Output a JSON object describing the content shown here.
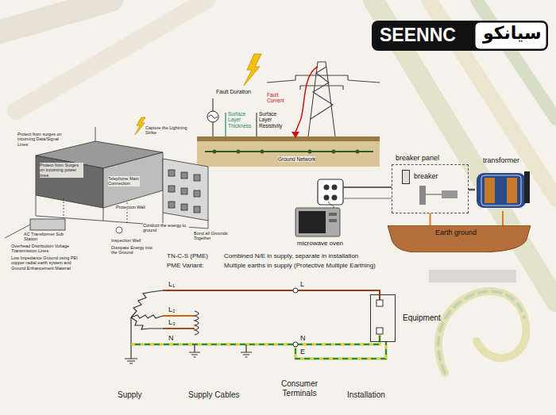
{
  "diagram": {
    "nodes": [
      {
        "text": [
          "breaker panel"
        ]
      },
      {
        "text": [
          "breaker"
        ],
        "in": 0
      },
      {
        "text": [
          "transformer"
        ]
      },
      {
        "text": [
          "Earth ground"
        ]
      },
      {
        "text": [
          "Equipment"
        ]
      }
    ],
    "edges": [
      {
        "from": 0,
        "to": 2,
        "arrow": "none"
      },
      {
        "from": 0,
        "to": 3,
        "arrow": "none"
      },
      {
        "from": 2,
        "to": 3,
        "arrow": "none"
      }
    ],
    "labels": [
      "SEENNC",
      "سیانکو",
      "Fault Duration",
      "Fault Current",
      "Surface Layer Thickness",
      "Surface Layer Resistivity",
      "Capture the Lightning Strike",
      "Protect from surges on incoming Data/Signal Lines",
      "Ground Network",
      "Protect from Surges on incoming power lines",
      "Telephone Main Connection",
      "Protection Wall",
      "microwave oven",
      "Conduct the energy to ground",
      "Bond all Grounds Together",
      "AC Transformer Sub Station",
      "Inspection Well",
      "Overhead Distribution Voltage Transmission Lines",
      "Dissipate Energy into the Ground",
      "Low Impedance Ground using PEI copper radial earth system and Ground Enhancement Material",
      "TN-C-S (PME)",
      "Combined N/E in supply, separate in installation",
      "PME Variant:",
      "Multiple earths in supply (Protective Multiple Earthing)",
      "L₁",
      "L",
      "L₂",
      "L₃",
      "N",
      "N",
      "E",
      "Consumer Terminals",
      "Supply",
      "Supply Cables",
      "Installation"
    ]
  }
}
